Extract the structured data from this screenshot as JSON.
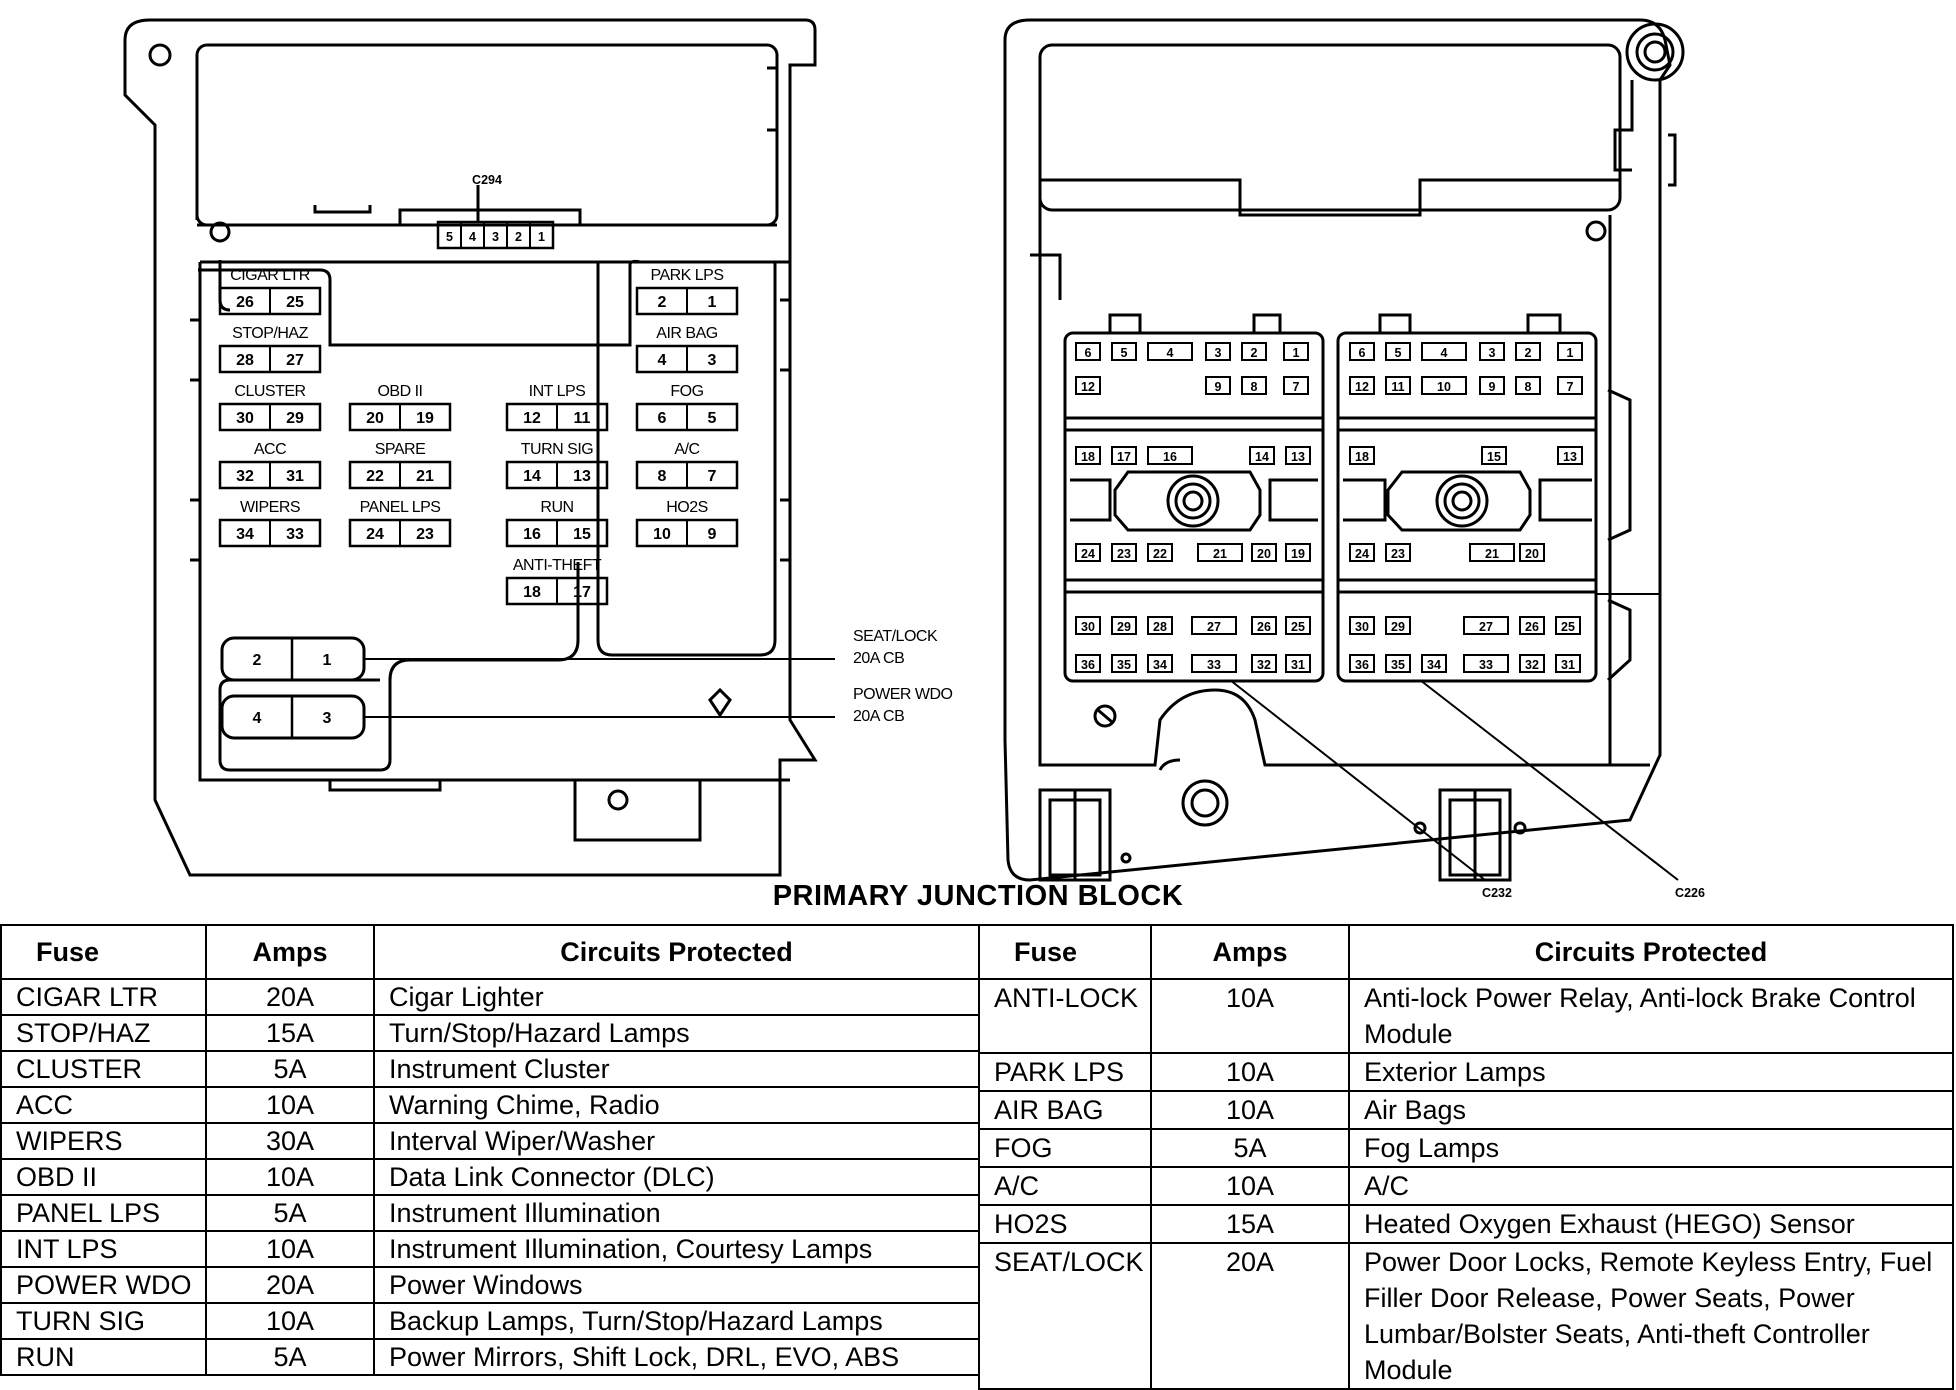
{
  "diagram": {
    "title": "PRIMARY JUNCTION BLOCK",
    "connector_top": "C294",
    "connector_top_pins": [
      "5",
      "4",
      "3",
      "2",
      "1"
    ],
    "left_fuse_groups": [
      {
        "label": "CIGAR LTR",
        "pins": [
          "26",
          "25"
        ]
      },
      {
        "label": "STOP/HAZ",
        "pins": [
          "28",
          "27"
        ]
      },
      {
        "label": "CLUSTER",
        "pins": [
          "30",
          "29"
        ]
      },
      {
        "label": "ACC",
        "pins": [
          "32",
          "31"
        ]
      },
      {
        "label": "WIPERS",
        "pins": [
          "34",
          "33"
        ]
      },
      {
        "label": "OBD II",
        "pins": [
          "20",
          "19"
        ]
      },
      {
        "label": "SPARE",
        "pins": [
          "22",
          "21"
        ]
      },
      {
        "label": "PANEL LPS",
        "pins": [
          "24",
          "23"
        ]
      },
      {
        "label": "INT LPS",
        "pins": [
          "12",
          "11"
        ]
      },
      {
        "label": "TURN SIG",
        "pins": [
          "14",
          "13"
        ]
      },
      {
        "label": "RUN",
        "pins": [
          "16",
          "15"
        ]
      },
      {
        "label": "ANTI-THEFT",
        "pins": [
          "18",
          "17"
        ]
      },
      {
        "label": "PARK LPS",
        "pins": [
          "2",
          "1"
        ]
      },
      {
        "label": "AIR BAG",
        "pins": [
          "4",
          "3"
        ]
      },
      {
        "label": "FOG",
        "pins": [
          "6",
          "5"
        ]
      },
      {
        "label": "A/C",
        "pins": [
          "8",
          "7"
        ]
      },
      {
        "label": "HO2S",
        "pins": [
          "10",
          "9"
        ]
      }
    ],
    "breakers": [
      {
        "pins": [
          "2",
          "1"
        ],
        "label_line1": "SEAT/LOCK",
        "label_line2": "20A CB"
      },
      {
        "pins": [
          "4",
          "3"
        ],
        "label_line1": "POWER WDO",
        "label_line2": "20A CB"
      }
    ],
    "connector_c232": "C232",
    "connector_c226": "C226",
    "c232_pins": {
      "row1": [
        "6",
        "5",
        "4",
        "3",
        "2",
        "1"
      ],
      "row2": [
        "12",
        "9",
        "8",
        "7"
      ],
      "row3": [
        "18",
        "17",
        "16",
        "14",
        "13"
      ],
      "row4": [
        "24",
        "23",
        "22",
        "21",
        "20",
        "19"
      ],
      "row5": [
        "30",
        "29",
        "28",
        "27",
        "26",
        "25"
      ],
      "row6": [
        "36",
        "35",
        "34",
        "33",
        "32",
        "31"
      ]
    },
    "c226_pins": {
      "row1": [
        "6",
        "5",
        "4",
        "3",
        "2",
        "1"
      ],
      "row2": [
        "12",
        "11",
        "10",
        "9",
        "8",
        "7"
      ],
      "row3": [
        "18",
        "15",
        "13"
      ],
      "row4": [
        "24",
        "23",
        "21",
        "20"
      ],
      "row5": [
        "30",
        "29",
        "27",
        "26",
        "25"
      ],
      "row6": [
        "36",
        "35",
        "34",
        "33",
        "32",
        "31"
      ]
    }
  },
  "table_headers": {
    "fuse": "Fuse",
    "amps": "Amps",
    "circuits": "Circuits Protected"
  },
  "table_left": [
    {
      "fuse": "CIGAR LTR",
      "amps": "20A",
      "circuits": "Cigar Lighter"
    },
    {
      "fuse": "STOP/HAZ",
      "amps": "15A",
      "circuits": "Turn/Stop/Hazard Lamps"
    },
    {
      "fuse": "CLUSTER",
      "amps": "5A",
      "circuits": "Instrument Cluster"
    },
    {
      "fuse": "ACC",
      "amps": "10A",
      "circuits": "Warning Chime, Radio"
    },
    {
      "fuse": "WIPERS",
      "amps": "30A",
      "circuits": "Interval Wiper/Washer"
    },
    {
      "fuse": "OBD II",
      "amps": "10A",
      "circuits": "Data Link Connector (DLC)"
    },
    {
      "fuse": "PANEL LPS",
      "amps": "5A",
      "circuits": "Instrument Illumination"
    },
    {
      "fuse": "INT LPS",
      "amps": "10A",
      "circuits": "Instrument Illumination, Courtesy Lamps"
    },
    {
      "fuse": "POWER WDO",
      "amps": "20A",
      "circuits": "Power Windows"
    },
    {
      "fuse": "TURN SIG",
      "amps": "10A",
      "circuits": "Backup Lamps, Turn/Stop/Hazard Lamps"
    },
    {
      "fuse": "RUN",
      "amps": "5A",
      "circuits": "Power Mirrors, Shift Lock, DRL, EVO, ABS"
    }
  ],
  "table_right": [
    {
      "fuse": "ANTI-LOCK",
      "amps": "10A",
      "circuits": "Anti-lock Power Relay, Anti-lock Brake Control Module",
      "lines": 2
    },
    {
      "fuse": "PARK LPS",
      "amps": "10A",
      "circuits": "Exterior Lamps",
      "lines": 1
    },
    {
      "fuse": "AIR BAG",
      "amps": "10A",
      "circuits": "Air Bags",
      "lines": 1
    },
    {
      "fuse": "FOG",
      "amps": "5A",
      "circuits": "Fog Lamps",
      "lines": 1
    },
    {
      "fuse": "A/C",
      "amps": "10A",
      "circuits": "A/C",
      "lines": 1
    },
    {
      "fuse": "HO2S",
      "amps": "15A",
      "circuits": "Heated Oxygen Exhaust (HEGO) Sensor",
      "lines": 1
    },
    {
      "fuse": "SEAT/LOCK",
      "amps": "20A",
      "circuits": "Power Door Locks, Remote Keyless Entry, Fuel Filler Door Release, Power Seats, Power Lumbar/Bolster Seats, Anti-theft Controller Module",
      "lines": 4
    }
  ]
}
